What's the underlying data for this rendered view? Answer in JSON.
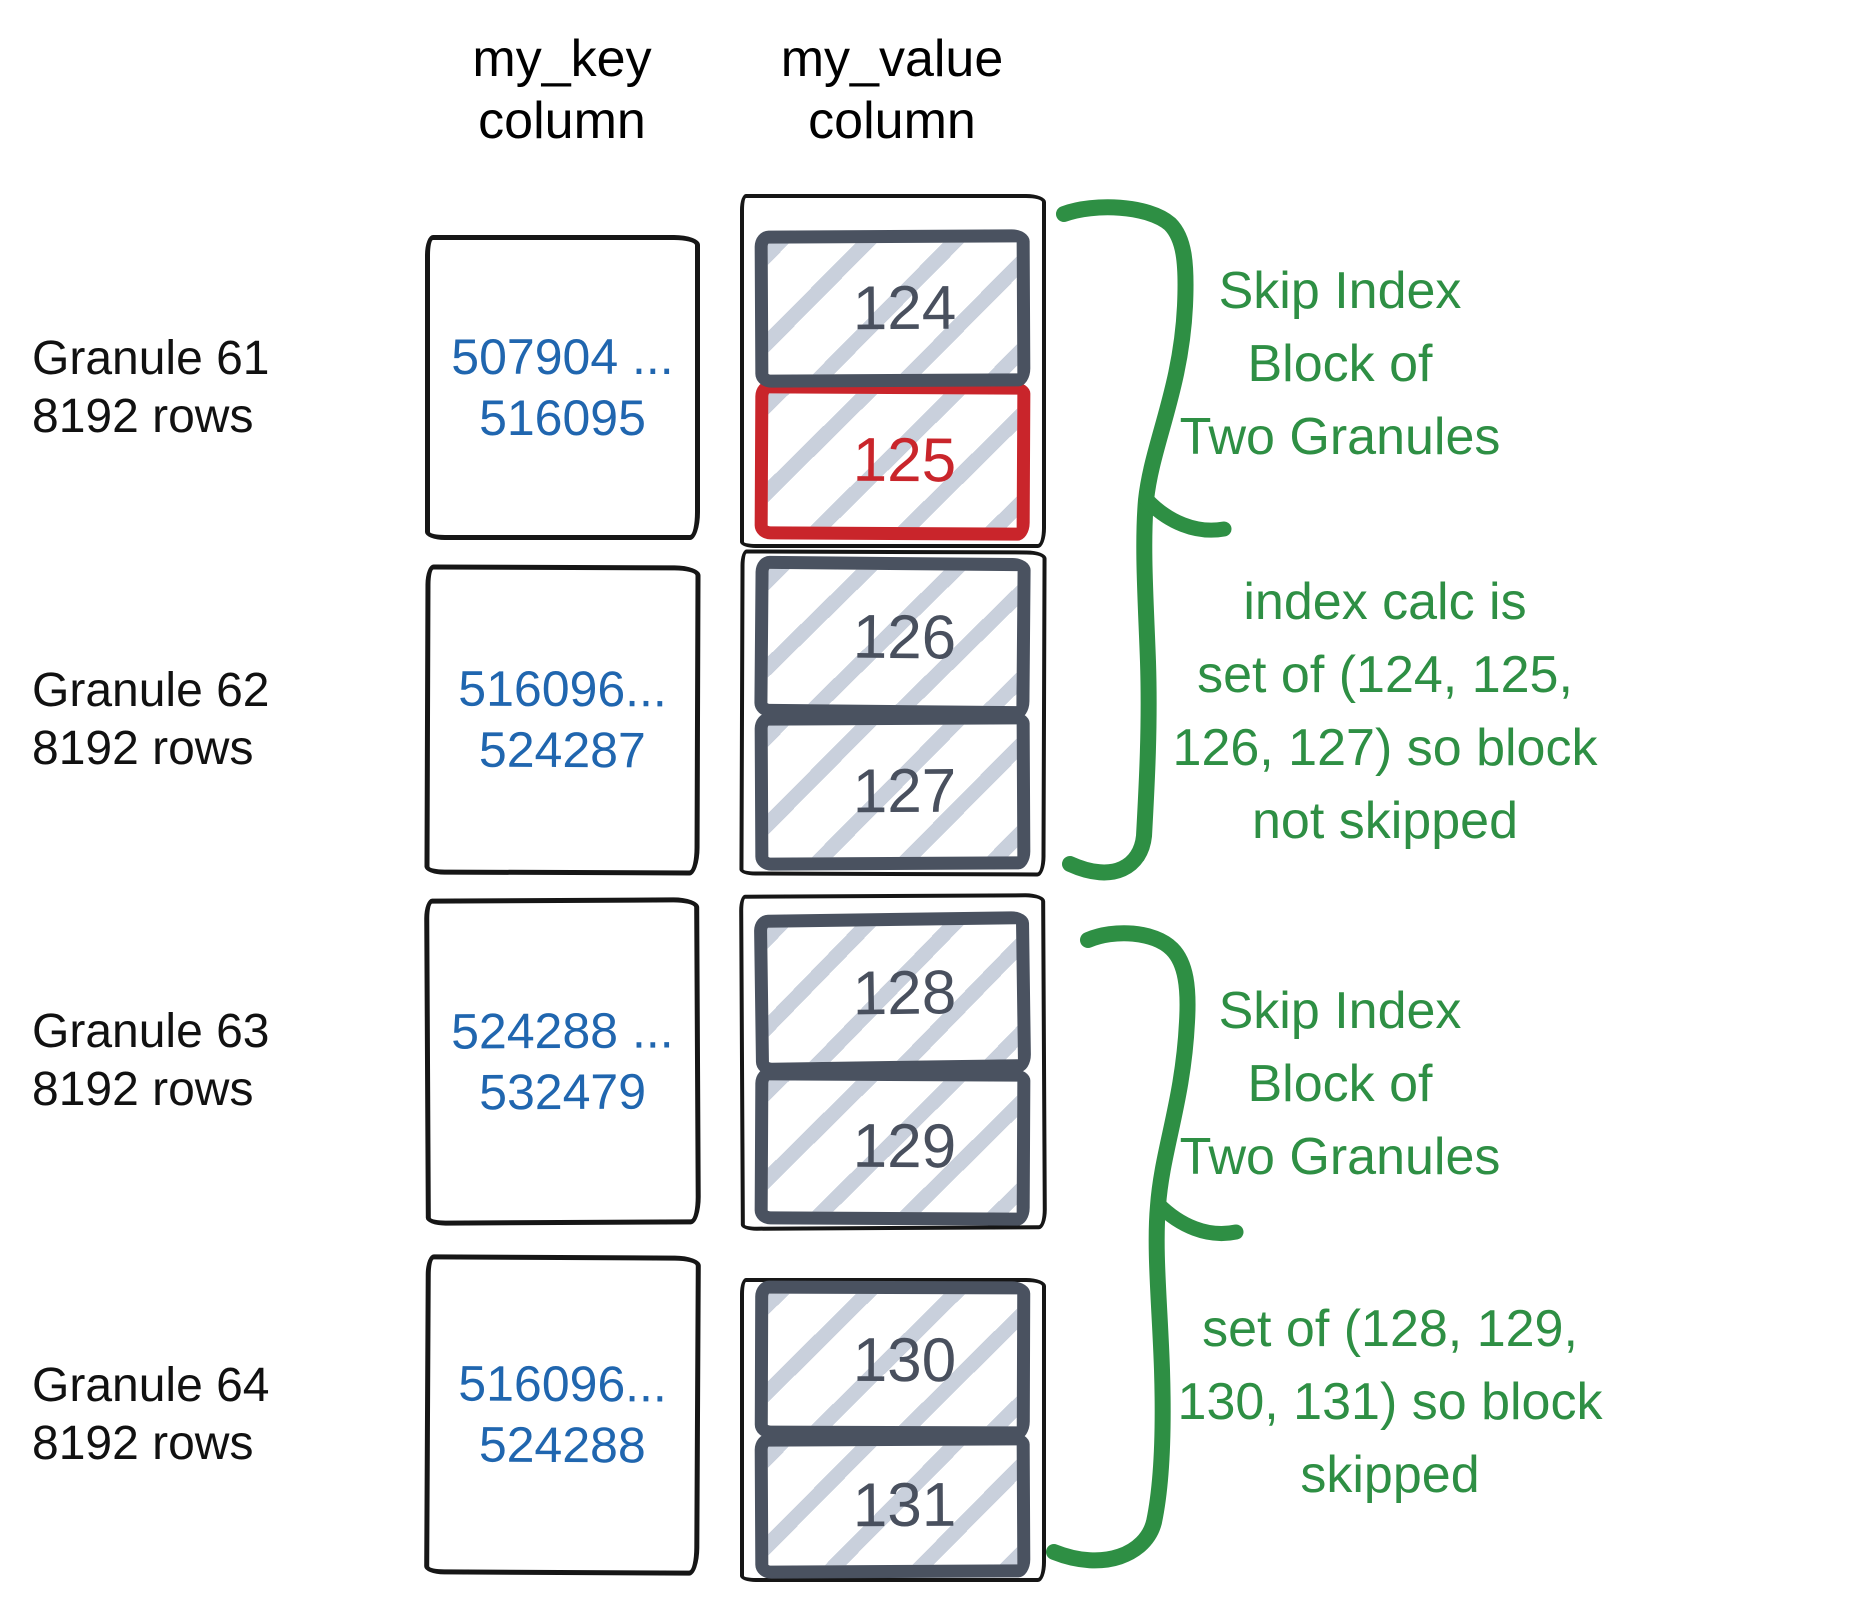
{
  "colors": {
    "annotation_green": "#2e8f44",
    "key_blue": "#2066af",
    "highlight_red": "#c9252b",
    "block_slate": "#4a5260",
    "hatch_stripe": "#c9d0dc",
    "outline_black": "#161616"
  },
  "column_headers": [
    {
      "lines": [
        "my_key",
        "column"
      ]
    },
    {
      "lines": [
        "my_value",
        "column"
      ]
    }
  ],
  "granules": [
    {
      "name": "Granule 61",
      "rows": "8192 rows",
      "key_range": [
        "507904 ...",
        "516095"
      ],
      "values": [
        {
          "label": "124",
          "highlighted": false
        },
        {
          "label": "125",
          "highlighted": true
        }
      ]
    },
    {
      "name": "Granule 62",
      "rows": "8192 rows",
      "key_range": [
        "516096...",
        "524287"
      ],
      "values": [
        {
          "label": "126",
          "highlighted": false
        },
        {
          "label": "127",
          "highlighted": false
        }
      ]
    },
    {
      "name": "Granule 63",
      "rows": "8192 rows",
      "key_range": [
        "524288 ...",
        "532479"
      ],
      "values": [
        {
          "label": "128",
          "highlighted": false
        },
        {
          "label": "129",
          "highlighted": false
        }
      ]
    },
    {
      "name": "Granule 64",
      "rows": "8192 rows",
      "key_range": [
        "516096...",
        "524288"
      ],
      "values": [
        {
          "label": "130",
          "highlighted": false
        },
        {
          "label": "131",
          "highlighted": false
        }
      ]
    }
  ],
  "annotations": [
    {
      "lines": [
        "Skip Index",
        "Block of",
        "Two Granules"
      ]
    },
    {
      "lines": [
        "index calc is",
        "set of (124, 125,",
        "126, 127) so block",
        "not skipped"
      ]
    },
    {
      "lines": [
        "Skip Index",
        "Block of",
        "Two Granules"
      ]
    },
    {
      "lines": [
        "set of (128, 129,",
        "130, 131) so block",
        "skipped"
      ]
    }
  ]
}
